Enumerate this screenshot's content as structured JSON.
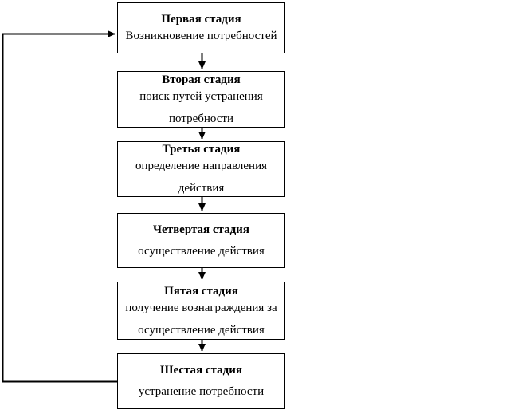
{
  "diagram": {
    "title": "Motivation process stages flowchart",
    "colors": {
      "border": "#000000",
      "text": "#000000",
      "background": "#ffffff",
      "connector": "#000000"
    },
    "stages": [
      {
        "title": "Первая стадия",
        "lines": [
          "Возникновение потребностей"
        ]
      },
      {
        "title": "Вторая стадия",
        "lines": [
          "поиск путей устранения",
          "потребности"
        ]
      },
      {
        "title": "Третья стадия",
        "lines": [
          "определение направления",
          "действия"
        ]
      },
      {
        "title": "Четвертая стадия",
        "lines": [
          "осуществление действия"
        ]
      },
      {
        "title": "Пятая стадия",
        "lines": [
          "получение вознаграждения за",
          "осуществление действия"
        ]
      },
      {
        "title": "Шестая стадия",
        "lines": [
          "устранение потребности"
        ]
      }
    ]
  }
}
